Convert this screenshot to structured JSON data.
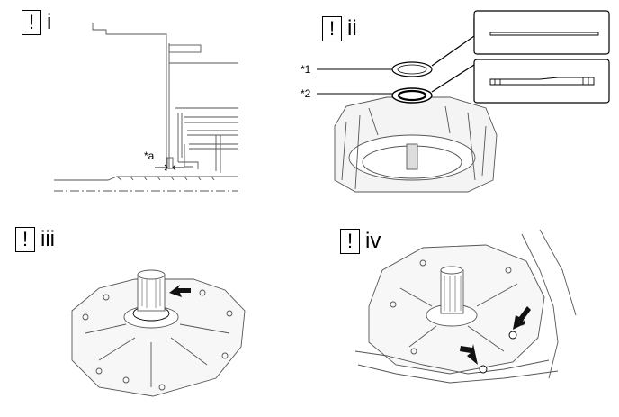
{
  "steps": [
    {
      "icon": "!",
      "label": "i"
    },
    {
      "icon": "!",
      "label": "ii"
    },
    {
      "icon": "!",
      "label": "iii"
    },
    {
      "icon": "!",
      "label": "iv"
    }
  ],
  "callouts": {
    "a": "*a",
    "c1": "*1",
    "c2": "*2"
  },
  "colors": {
    "line": "#555555",
    "dark": "#111111",
    "light": "#bdbdbd"
  }
}
